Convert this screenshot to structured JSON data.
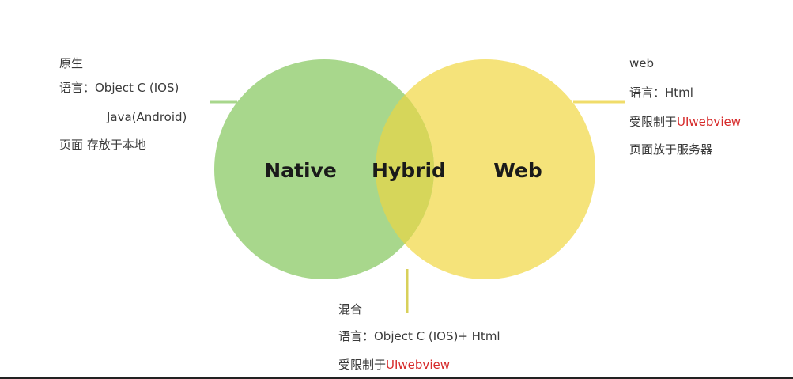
{
  "colors": {
    "native": "#a8d78c",
    "web": "#f5e37a",
    "hybrid": "#d6d65a",
    "connector_native": "#a8d78c",
    "connector_web": "#f0dc6a",
    "connector_hybrid": "#d8d05a"
  },
  "circles": {
    "native": "Native",
    "hybrid": "Hybrid",
    "web": "Web"
  },
  "native_block": {
    "title": "原生",
    "line1": "语言：Object C (IOS)",
    "line2": "Java(Android)",
    "line3": "页面  存放于本地"
  },
  "web_block": {
    "title": "web",
    "line1": "语言：Html",
    "line2_prefix": "受限制于",
    "line2_red": "UIwebview",
    "line3": "页面放于服务器"
  },
  "hybrid_block": {
    "title": "混合",
    "line1": "语言：Object C (IOS)+ Html",
    "line2_prefix": "受限制于",
    "line2_red": "UIwebview"
  }
}
